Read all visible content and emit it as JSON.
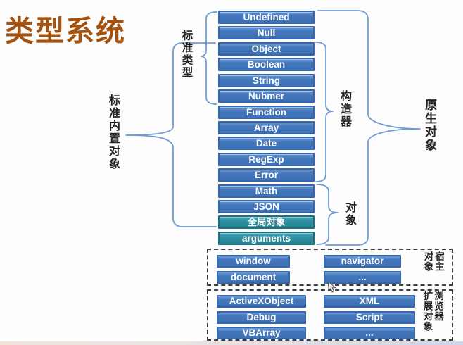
{
  "page": {
    "title": "类型系统"
  },
  "colors": {
    "title": "#A5520F",
    "box_blue": "#4377BC",
    "box_blue_border": "#3567AD",
    "box_teal": "#2E8FA2",
    "box_teal_border": "#1F6F80",
    "brace_stroke": "#6E9CD2",
    "dashed_border": "#3C3C3C",
    "label_text": "#242424"
  },
  "type_stack": {
    "boxes": [
      {
        "label": "Undefined",
        "kind": "blue"
      },
      {
        "label": "Null",
        "kind": "blue"
      },
      {
        "label": "Object",
        "kind": "blue"
      },
      {
        "label": "Boolean",
        "kind": "blue"
      },
      {
        "label": "String",
        "kind": "blue"
      },
      {
        "label": "Nubmer",
        "kind": "blue"
      },
      {
        "label": "Function",
        "kind": "blue"
      },
      {
        "label": "Array",
        "kind": "blue"
      },
      {
        "label": "Date",
        "kind": "blue"
      },
      {
        "label": "RegExp",
        "kind": "blue"
      },
      {
        "label": "Error",
        "kind": "blue"
      },
      {
        "label": "Math",
        "kind": "blue"
      },
      {
        "label": "JSON",
        "kind": "blue"
      },
      {
        "label": "全局对象",
        "kind": "teal"
      },
      {
        "label": "arguments",
        "kind": "teal"
      }
    ]
  },
  "brace_labels": {
    "standard_types": "标准类型",
    "standard_builtin_objects": "标准内置对象",
    "constructors": "构造器",
    "objects": "对象",
    "native_objects": "原生对象"
  },
  "host_objects_group": {
    "label": "宿主对象",
    "label_col_right": "宿主",
    "label_col_left": "对象",
    "left_column": [
      "window",
      "document"
    ],
    "right_column": [
      "navigator",
      "..."
    ]
  },
  "browser_ext_group": {
    "label": "浏览器扩展对象",
    "label_col_right": "浏览器",
    "label_col_left": "扩展对象",
    "left_column": [
      "ActiveXObject",
      "Debug",
      "VBArray"
    ],
    "right_column": [
      "XML",
      "Script",
      "..."
    ]
  }
}
